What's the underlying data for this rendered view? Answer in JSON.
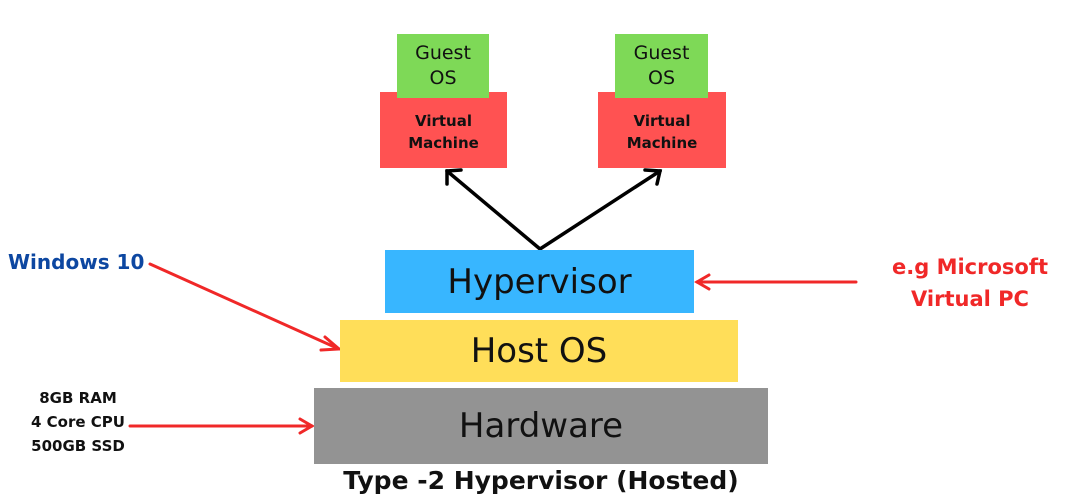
{
  "guest_os_left": "Guest\nOS",
  "guest_os_right": "Guest\nOS",
  "vm_left": "Virtual\nMachine",
  "vm_right": "Virtual\nMachine",
  "hypervisor": "Hypervisor",
  "host_os": "Host OS",
  "hardware": "Hardware",
  "caption": "Type -2 Hypervisor (Hosted)",
  "left_label_os": "Windows 10",
  "right_label": "e.g Microsoft\nVirtual PC",
  "hardware_specs": "8GB RAM\n4 Core CPU\n500GB SSD",
  "colors": {
    "guest_os": "#7ed957",
    "virtual_machine": "#ff5252",
    "hypervisor": "#38b6ff",
    "host_os": "#ffde59",
    "hardware": "#939393",
    "pointer_arrow": "#f02828",
    "windows_label": "#0d47a1",
    "example_label": "#f02828"
  }
}
